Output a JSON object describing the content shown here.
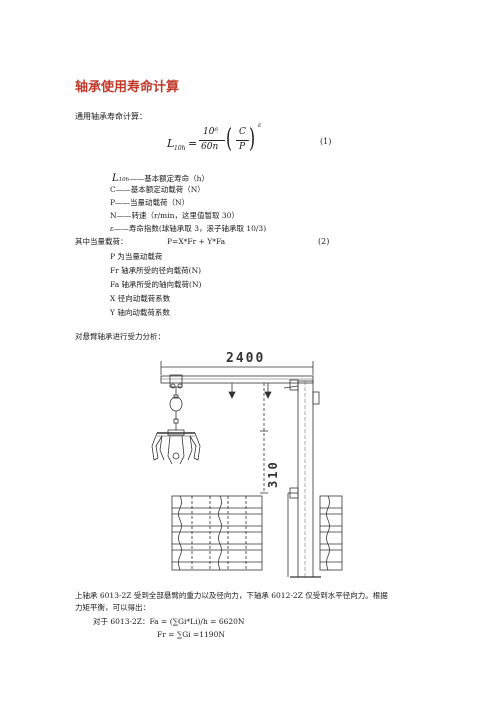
{
  "title": "轴承使用寿命计算",
  "intro": "通用轴承寿命计算：",
  "formula1": {
    "lhs_main": "L",
    "lhs_sub": "10h",
    "equals": "=",
    "frac1_num": "10⁶",
    "frac1_den": "60n",
    "frac2_num": "C",
    "frac2_den": "P",
    "exponent": "ε",
    "number": "(1)"
  },
  "definitions": {
    "l10h_symbol": "L",
    "l10h_sub": "10h",
    "l10h_desc": "——基本额定寿命（h）",
    "c": "C——基本额定动载荷（N）",
    "p": "P——当量动载荷（N）",
    "n": "N——转速（r/min，这里值暂取 30）",
    "eps": "ε——寿命指数(球轴承取 3，滚子轴承取 10/3)"
  },
  "formula2": {
    "label": "其中当量载荷：",
    "expr": "P=X*Fr + Y*Fa",
    "number": "(2)"
  },
  "variables": [
    "P 为当量动载荷",
    "Fr 轴承所受的径向载荷(N)",
    "Fa 轴承所受的轴向载荷(N)",
    "X 径向动载荷系数",
    "Y 轴向动载荷系数"
  ],
  "analysis_intro": "对悬臂轴承进行受力分析：",
  "drawing": {
    "dim_horizontal": "2400",
    "dim_vertical": "310"
  },
  "paragraph_line1": "上轴承 6013-2Z 受到全部悬臂的重力以及径向力，下轴承 6012-2Z 仅受到水平径向力。根据",
  "paragraph_line2": "力矩平衡，可以得出：",
  "calc_line1": "对于 6013-2Z：Fa = (∑Gi*Li)/h = 6620N",
  "calc_line2": "Fr = ∑Gi =1190N"
}
